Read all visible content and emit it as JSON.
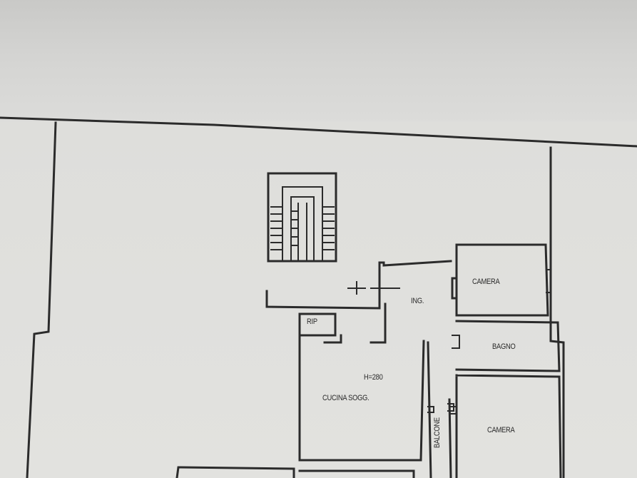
{
  "rooms": {
    "camera_top": "CAMERA",
    "bagno": "BAGNO",
    "camera_bottom": "CAMERA",
    "ingresso": "ING.",
    "rip": "RIP",
    "height": "H=280",
    "cucina": "CUCINA SOGG.",
    "balcone": "BALCONE"
  },
  "colors": {
    "line": "#2b2b2b",
    "paper": "#e0e0dd"
  }
}
